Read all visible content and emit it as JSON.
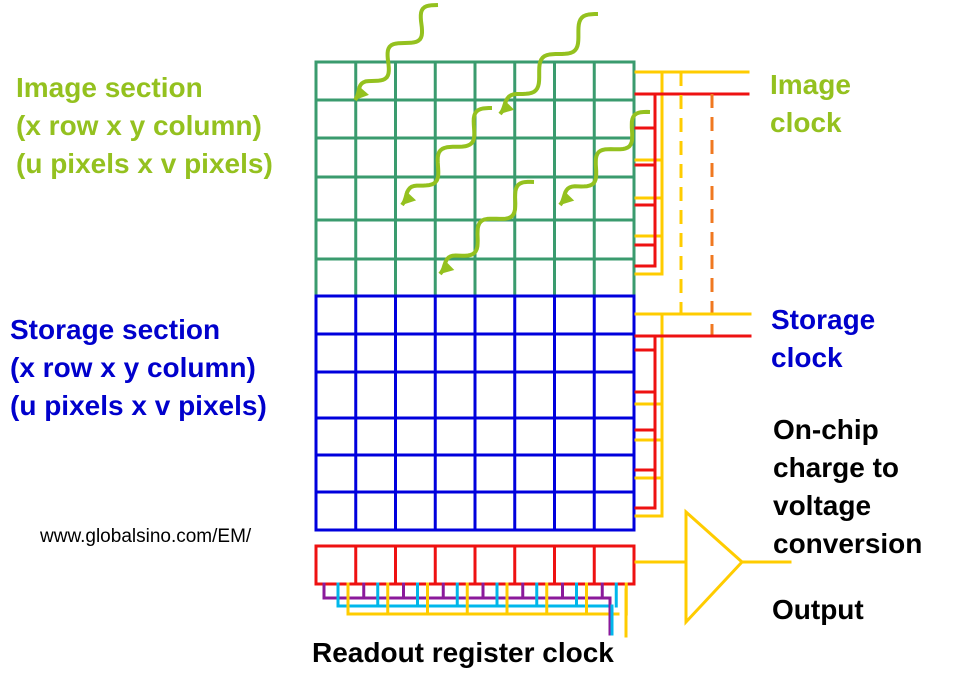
{
  "labels": {
    "image_section": [
      "Image section",
      "(x row x y column)",
      "(u pixels x v pixels)"
    ],
    "storage_section": [
      "Storage section",
      "(x row x y column)",
      "(u pixels x v pixels)"
    ],
    "image_clock": [
      "Image",
      "clock"
    ],
    "storage_clock": [
      "Storage",
      "clock"
    ],
    "conversion": [
      "On-chip",
      "charge to",
      "voltage",
      "conversion"
    ],
    "output": "Output",
    "readout_clock": "Readout register clock",
    "source_url": "www.globalsino.com/EM/"
  },
  "colors": {
    "image_grid": "#3a9b6e",
    "storage_grid": "#0000dd",
    "readout_register": "#ee1111",
    "clock_yellow": "#ffcc00",
    "clock_red": "#ee1111",
    "clock_orange": "#f07820",
    "photon_arrow": "#94c11f",
    "readout_purple": "#8b1a9b",
    "readout_cyan": "#00b7eb",
    "label_green": "#94c11f",
    "label_blue": "#0000cc"
  },
  "grid": {
    "columns": 8,
    "image_rows": 6,
    "storage_rows": 6,
    "readout_cells": 8
  }
}
